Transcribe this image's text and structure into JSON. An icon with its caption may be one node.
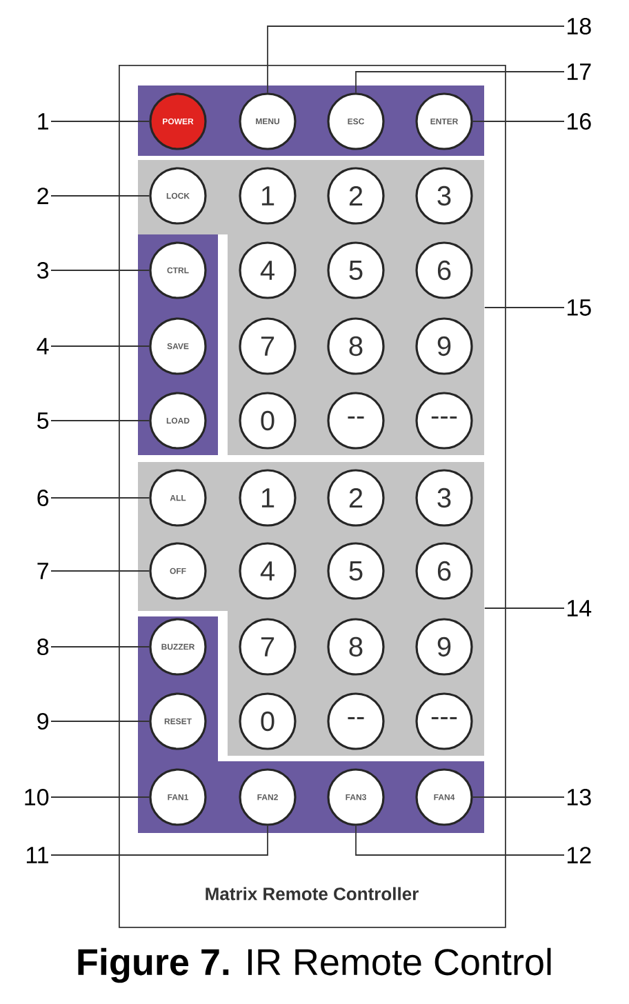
{
  "diagram": {
    "caption": "**Figure 7.** IR Remote Control",
    "nodes": [
      {
        "text": [
          "Matrix Remote Controller"
        ]
      },
      {
        "text": [],
        "shape": "box",
        "in": 0
      },
      {
        "text": [],
        "shape": "box",
        "in": 0
      },
      {
        "text": [
          "POWER"
        ],
        "in": 0
      },
      {
        "text": [
          "MENU"
        ],
        "in": 0
      },
      {
        "text": [
          "ESC"
        ],
        "in": 0
      },
      {
        "text": [
          "ENTER"
        ],
        "in": 0
      },
      {
        "text": [
          "LOCK"
        ],
        "in": 1
      },
      {
        "text": [
          "1"
        ],
        "in": 1
      },
      {
        "text": [
          "2"
        ],
        "in": 1
      },
      {
        "text": [
          "3"
        ],
        "in": 1
      },
      {
        "text": [
          "CTRL"
        ],
        "in": 0
      },
      {
        "text": [
          "4"
        ],
        "in": 1
      },
      {
        "text": [
          "5"
        ],
        "in": 1
      },
      {
        "text": [
          "6"
        ],
        "in": 1
      },
      {
        "text": [
          "SAVE"
        ],
        "in": 0
      },
      {
        "text": [
          "7"
        ],
        "in": 1
      },
      {
        "text": [
          "8"
        ],
        "in": 1
      },
      {
        "text": [
          "9"
        ],
        "in": 1
      },
      {
        "text": [
          "LOAD"
        ],
        "in": 0
      },
      {
        "text": [
          "0"
        ],
        "in": 1
      },
      {
        "text": [
          "--"
        ],
        "in": 1
      },
      {
        "text": [
          "---"
        ],
        "in": 1
      },
      {
        "text": [
          "ALL"
        ],
        "in": 2
      },
      {
        "text": [
          "1"
        ],
        "in": 2
      },
      {
        "text": [
          "2"
        ],
        "in": 2
      },
      {
        "text": [
          "3"
        ],
        "in": 2
      },
      {
        "text": [
          "OFF"
        ],
        "in": 2
      },
      {
        "text": [
          "4"
        ],
        "in": 2
      },
      {
        "text": [
          "5"
        ],
        "in": 2
      },
      {
        "text": [
          "6"
        ],
        "in": 2
      },
      {
        "text": [
          "BUZZER"
        ],
        "in": 0
      },
      {
        "text": [
          "7"
        ],
        "in": 2
      },
      {
        "text": [
          "8"
        ],
        "in": 2
      },
      {
        "text": [
          "9"
        ],
        "in": 2
      },
      {
        "text": [
          "RESET"
        ],
        "in": 0
      },
      {
        "text": [
          "0"
        ],
        "in": 2
      },
      {
        "text": [
          "--"
        ],
        "in": 2
      },
      {
        "text": [
          "---"
        ],
        "in": 2
      },
      {
        "text": [
          "FAN1"
        ],
        "in": 0
      },
      {
        "text": [
          "FAN2"
        ],
        "in": 0
      },
      {
        "text": [
          "FAN3"
        ],
        "in": 0
      },
      {
        "text": [
          "FAN4"
        ],
        "in": 0
      },
      {
        "text": [
          "1"
        ]
      },
      {
        "text": [
          "2"
        ]
      },
      {
        "text": [
          "3"
        ]
      },
      {
        "text": [
          "4"
        ]
      },
      {
        "text": [
          "5"
        ]
      },
      {
        "text": [
          "6"
        ]
      },
      {
        "text": [
          "7"
        ]
      },
      {
        "text": [
          "8"
        ]
      },
      {
        "text": [
          "9"
        ]
      },
      {
        "text": [
          "10"
        ]
      },
      {
        "text": [
          "11"
        ]
      },
      {
        "text": [
          "12"
        ]
      },
      {
        "text": [
          "13"
        ]
      },
      {
        "text": [
          "14"
        ]
      },
      {
        "text": [
          "15"
        ]
      },
      {
        "text": [
          "16"
        ]
      },
      {
        "text": [
          "17"
        ]
      },
      {
        "text": [
          "18"
        ]
      }
    ],
    "edges": [
      {
        "from": 43,
        "to": 3,
        "arrow": "none"
      },
      {
        "from": 44,
        "to": 7,
        "arrow": "none"
      },
      {
        "from": 45,
        "to": 11,
        "arrow": "none"
      },
      {
        "from": 46,
        "to": 15,
        "arrow": "none"
      },
      {
        "from": 47,
        "to": 19,
        "arrow": "none"
      },
      {
        "from": 48,
        "to": 23,
        "arrow": "none"
      },
      {
        "from": 49,
        "to": 27,
        "arrow": "none"
      },
      {
        "from": 50,
        "to": 31,
        "arrow": "none"
      },
      {
        "from": 51,
        "to": 35,
        "arrow": "none"
      },
      {
        "from": 52,
        "to": 39,
        "arrow": "none"
      },
      {
        "from": 53,
        "to": 40,
        "arrow": "none"
      },
      {
        "from": 54,
        "to": 41,
        "arrow": "none"
      },
      {
        "from": 55,
        "to": 42,
        "arrow": "none"
      },
      {
        "from": 56,
        "to": 2,
        "arrow": "none"
      },
      {
        "from": 57,
        "to": 1,
        "arrow": "none"
      },
      {
        "from": 58,
        "to": 6,
        "arrow": "none"
      },
      {
        "from": 59,
        "to": 5,
        "arrow": "none"
      },
      {
        "from": 60,
        "to": 4,
        "arrow": "none"
      }
    ]
  }
}
